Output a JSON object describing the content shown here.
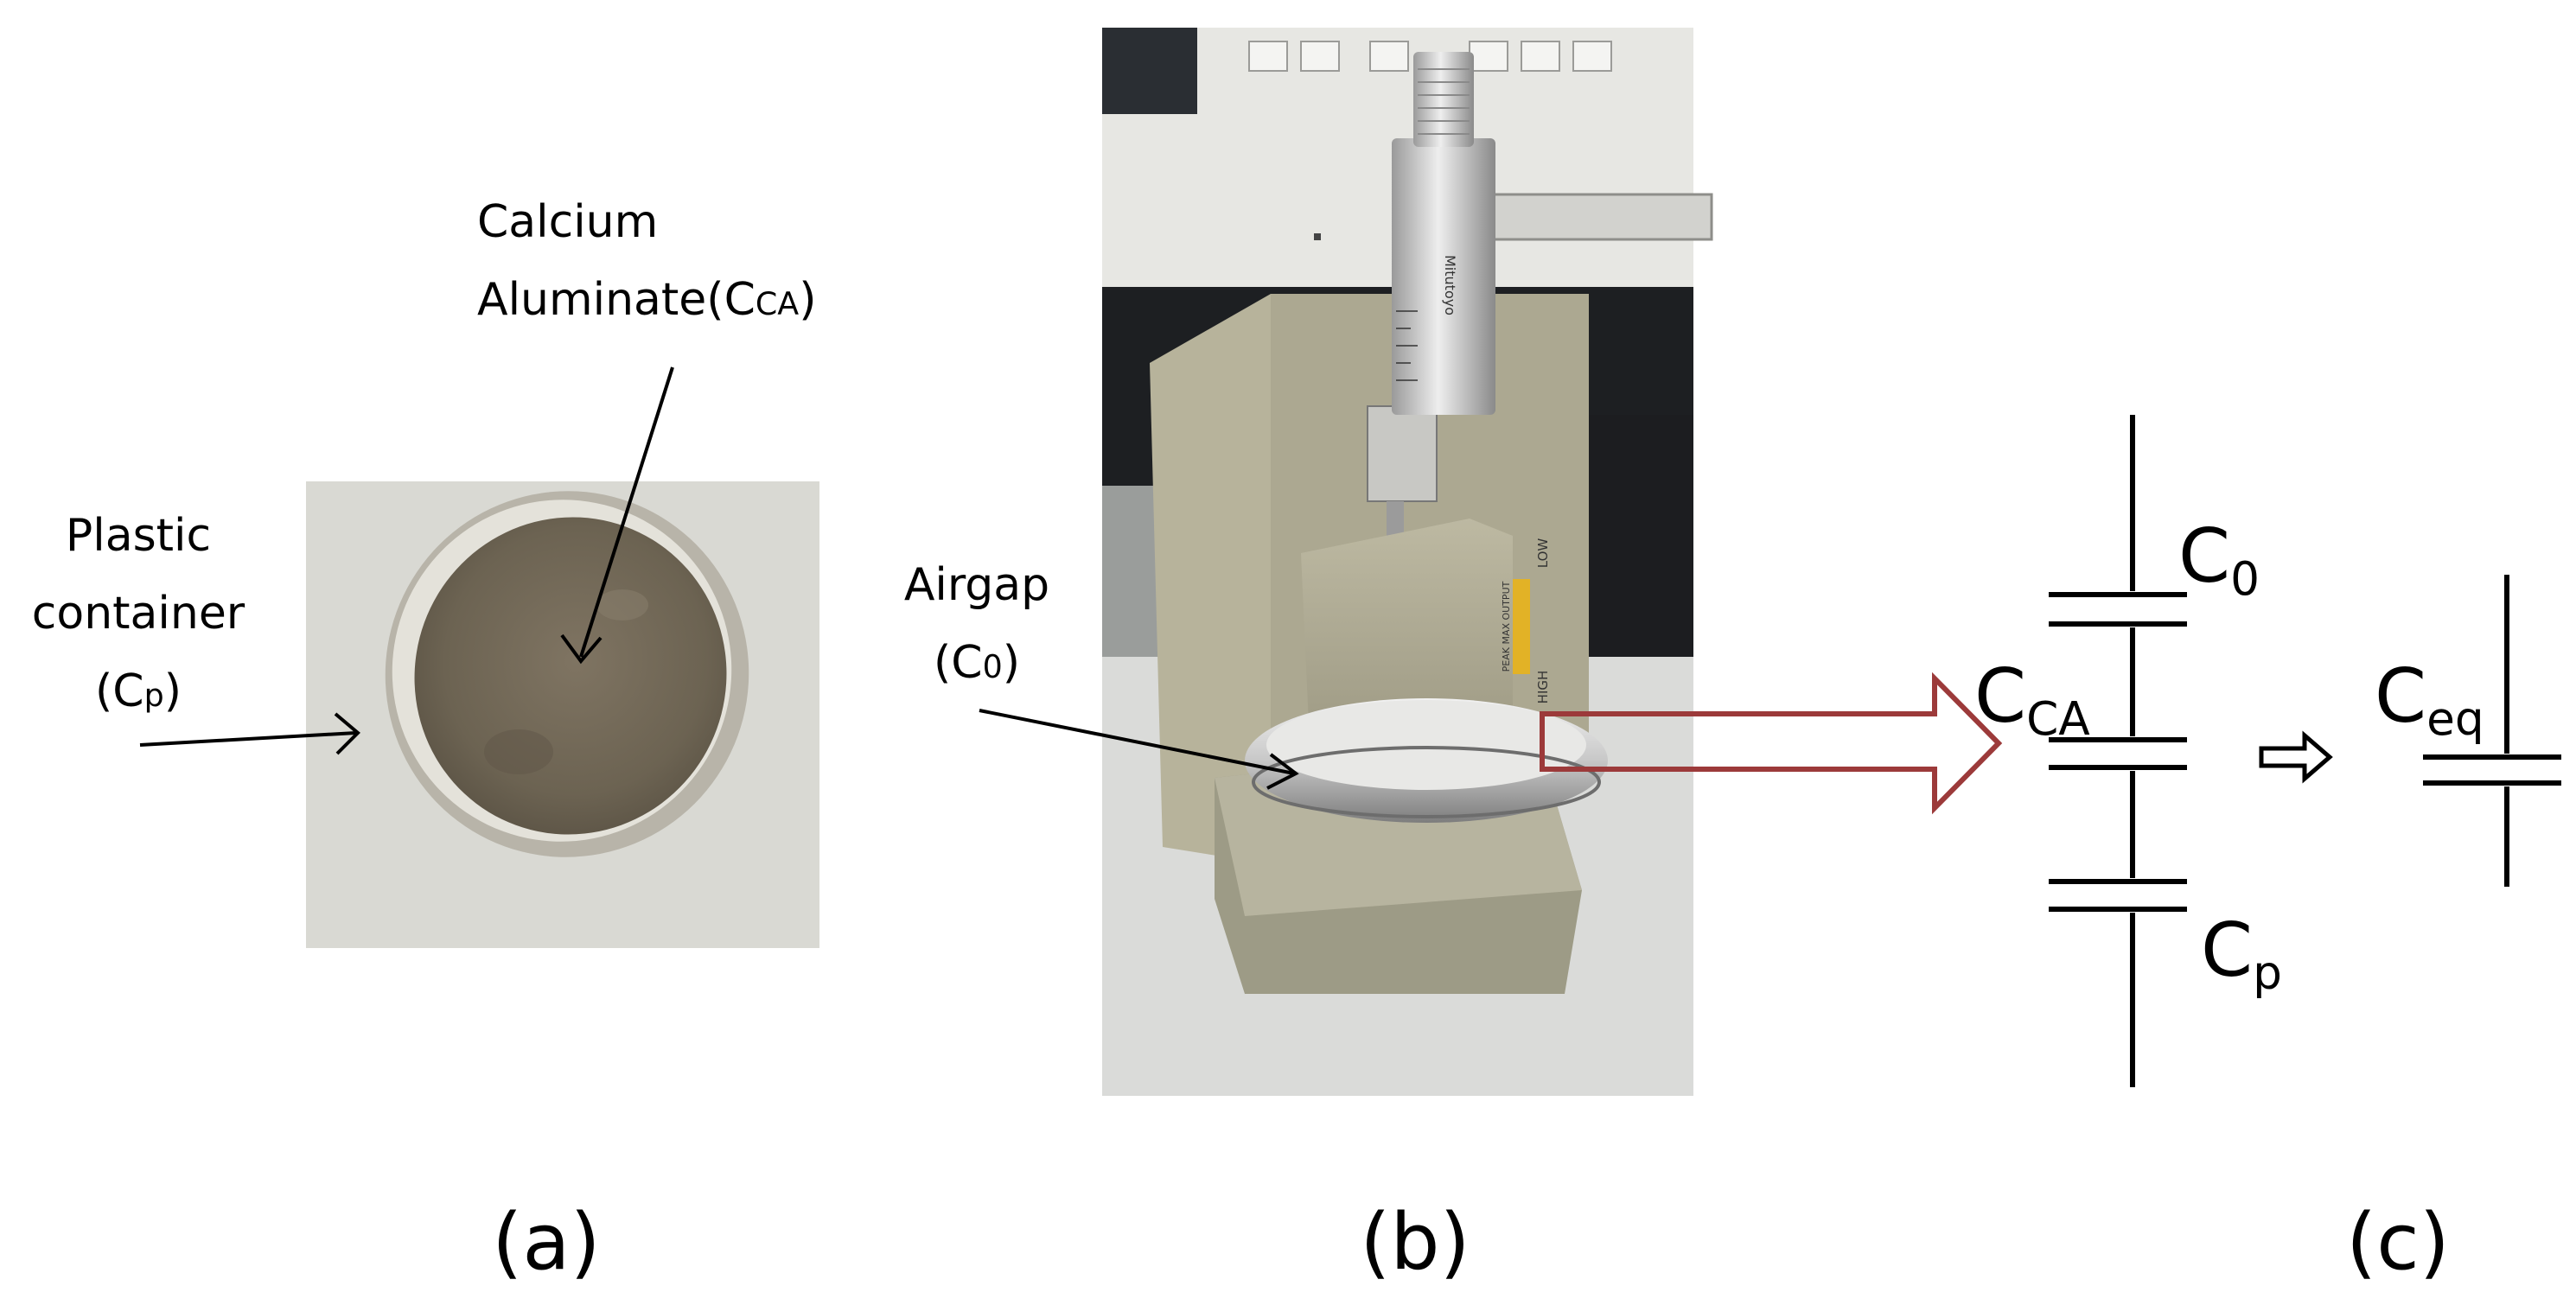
{
  "panel_a": {
    "label_material_line1": "Calcium",
    "label_material_line2_main": "Aluminate(C",
    "label_material_line2_sub": "CA",
    "label_material_line2_end": ")",
    "label_container_line1": "Plastic",
    "label_container_line2": "container",
    "label_container_line3_main": "(C",
    "label_container_line3_sub": "p",
    "label_container_line3_end": ")",
    "caption": "(a)"
  },
  "panel_b": {
    "label_airgap_line1": "Airgap",
    "label_airgap_line2_main": "(C",
    "label_airgap_line2_sub": "0",
    "label_airgap_line2_end": ")",
    "micrometer_brand": "Mitutoyo",
    "sticker_text": "PEAK MAX OUTPUT",
    "high_text": "HIGH",
    "low_text": "LOW",
    "caption": "(b)"
  },
  "panel_c": {
    "c0_main": "C",
    "c0_sub": "0",
    "cca_main": "C",
    "cca_sub": "CA",
    "cp_main": "C",
    "cp_sub": "p",
    "ceq_main": "C",
    "ceq_sub": "eq",
    "caption": "(c)"
  },
  "colors": {
    "arrow_red": "#9c3a3a",
    "photo_bg_a": "#d8d8d2",
    "instrument_khaki": "#b6b29a"
  }
}
